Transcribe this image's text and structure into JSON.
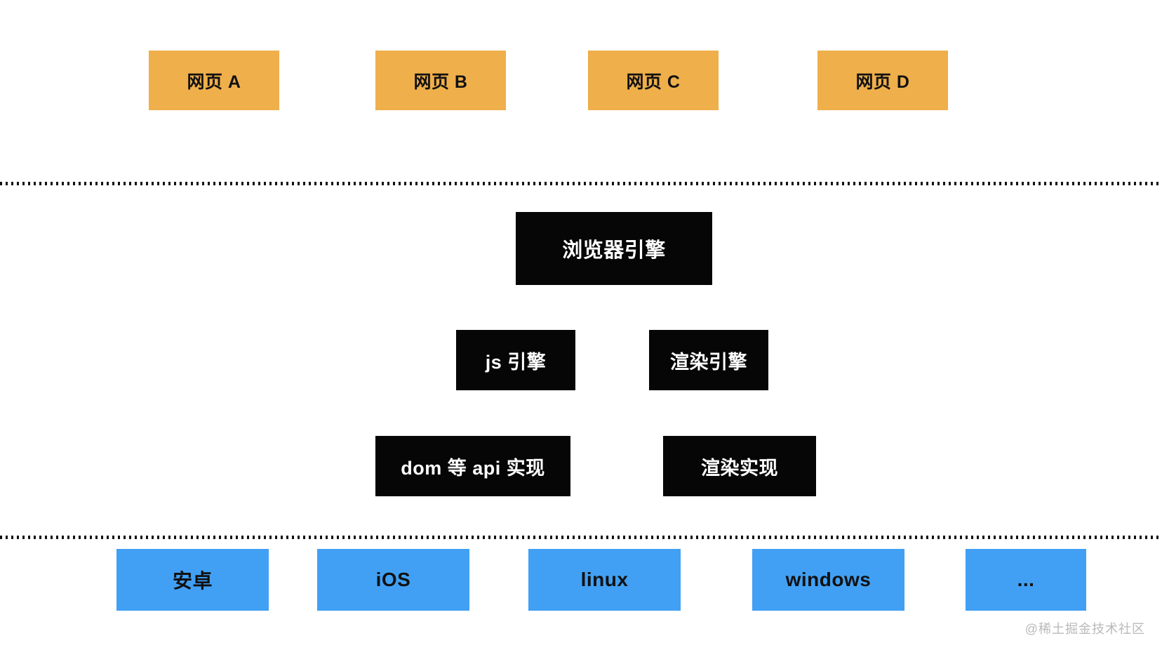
{
  "colors": {
    "webpage_box": "#efaf4b",
    "engine_box": "#060606",
    "os_box": "#41a0f4",
    "box_text_dark": "#111111",
    "box_text_light": "#ffffff",
    "divider": "#111111",
    "watermark_text": "#b9b9b9"
  },
  "webpages": [
    {
      "label": "网页 A"
    },
    {
      "label": "网页 B"
    },
    {
      "label": "网页 C"
    },
    {
      "label": "网页 D"
    }
  ],
  "browser_engine": {
    "label": "浏览器引擎"
  },
  "engine_layer": [
    {
      "label": "js 引擎"
    },
    {
      "label": "渲染引擎"
    }
  ],
  "implementation_layer": [
    {
      "label": "dom 等 api 实现"
    },
    {
      "label": "渲染实现"
    }
  ],
  "os_layer": [
    {
      "label": "安卓"
    },
    {
      "label": "iOS"
    },
    {
      "label": "linux"
    },
    {
      "label": "windows"
    },
    {
      "label": "..."
    }
  ],
  "watermark": "@稀土掘金技术社区"
}
